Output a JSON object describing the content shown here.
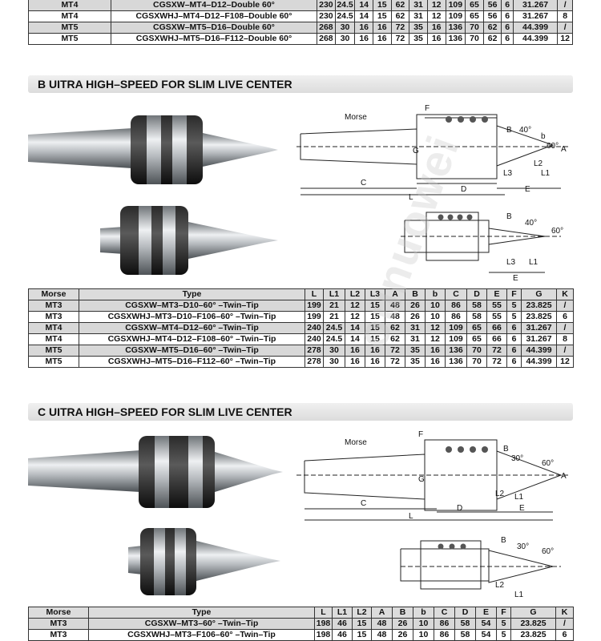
{
  "table_a": {
    "rows": [
      [
        "MT4",
        "CGSXW–MT4–D12–Double 60°",
        "230",
        "24.5",
        "14",
        "15",
        "62",
        "31",
        "12",
        "109",
        "65",
        "56",
        "6",
        "31.267",
        "/"
      ],
      [
        "MT4",
        "CGSXWHJ–MT4–D12–F108–Double 60°",
        "230",
        "24.5",
        "14",
        "15",
        "62",
        "31",
        "12",
        "109",
        "65",
        "56",
        "6",
        "31.267",
        "8"
      ],
      [
        "MT5",
        "CGSXW–MT5–D16–Double 60°",
        "268",
        "30",
        "16",
        "16",
        "72",
        "35",
        "16",
        "136",
        "70",
        "62",
        "6",
        "44.399",
        "/"
      ],
      [
        "MT5",
        "CGSXWHJ–MT5–D16–F112–Double 60°",
        "268",
        "30",
        "16",
        "16",
        "72",
        "35",
        "16",
        "136",
        "70",
        "62",
        "6",
        "44.399",
        "12"
      ]
    ]
  },
  "section_b": {
    "title": "B UITRA HIGH–SPEED FOR SLIM LIVE CENTER",
    "drawing_labels": {
      "morse": "Morse",
      "f": "F",
      "b_cap": "B",
      "angle40": "40°",
      "b_small": "b",
      "angle60": "60°",
      "a": "A",
      "g": "G",
      "l2": "L2",
      "l3": "L3",
      "l1": "L1",
      "c": "C",
      "d": "D",
      "e": "E",
      "l": "L",
      "angle40b": "40°",
      "angle60b": "60°",
      "b2": "B",
      "l3b": "L3",
      "l1b": "L1",
      "eb": "E"
    },
    "headers": [
      "Morse",
      "Type",
      "L",
      "L1",
      "L2",
      "L3",
      "A",
      "B",
      "b",
      "C",
      "D",
      "E",
      "F",
      "G",
      "K"
    ],
    "rows": [
      [
        "MT3",
        "CGSXW–MT3–D10–60°  –Twin–Tip",
        "199",
        "21",
        "12",
        "15",
        "48",
        "26",
        "10",
        "86",
        "58",
        "55",
        "5",
        "23.825",
        "/"
      ],
      [
        "MT3",
        "CGSXWHJ–MT3–D10–F106–60°  –Twin–Tip",
        "199",
        "21",
        "12",
        "15",
        "48",
        "26",
        "10",
        "86",
        "58",
        "55",
        "5",
        "23.825",
        "6"
      ],
      [
        "MT4",
        "CGSXW–MT4–D12–60°  –Twin–Tip",
        "240",
        "24.5",
        "14",
        "15",
        "62",
        "31",
        "12",
        "109",
        "65",
        "66",
        "6",
        "31.267",
        "/"
      ],
      [
        "MT4",
        "CGSXWHJ–MT4–D12–F108–60°  –Twin–Tip",
        "240",
        "24.5",
        "14",
        "15",
        "62",
        "31",
        "12",
        "109",
        "65",
        "66",
        "6",
        "31.267",
        "8"
      ],
      [
        "MT5",
        "CGSXW–MT5–D16–60°  –Twin–Tip",
        "278",
        "30",
        "16",
        "16",
        "72",
        "35",
        "16",
        "136",
        "70",
        "72",
        "6",
        "44.399",
        "/"
      ],
      [
        "MT5",
        "CGSXWHJ–MT5–D16–F112–60°  –Twin–Tip",
        "278",
        "30",
        "16",
        "16",
        "72",
        "35",
        "16",
        "136",
        "70",
        "72",
        "6",
        "44.399",
        "12"
      ]
    ]
  },
  "section_c": {
    "title": "C UITRA HIGH–SPEED FOR SLIM LIVE CENTER",
    "drawing_labels": {
      "morse": "Morse",
      "f": "F",
      "b_cap": "B",
      "angle30": "30°",
      "angle60": "60°",
      "a": "A",
      "g": "G",
      "l2": "L2",
      "l1": "L1",
      "c": "C",
      "d": "D",
      "e": "E",
      "l": "L",
      "angle30b": "30°",
      "angle60b": "60°",
      "b2": "B",
      "l2b": "L2",
      "l1b": "L1"
    },
    "headers": [
      "Morse",
      "Type",
      "L",
      "L1",
      "L2",
      "A",
      "B",
      "b",
      "C",
      "D",
      "E",
      "F",
      "G",
      "K"
    ],
    "rows": [
      [
        "MT3",
        "CGSXW–MT3–60°  –Twin–Tip",
        "198",
        "46",
        "15",
        "48",
        "26",
        "10",
        "86",
        "58",
        "54",
        "5",
        "23.825",
        "/"
      ],
      [
        "MT3",
        "CGSXWHJ–MT3–F106–60°  –Twin–Tip",
        "198",
        "46",
        "15",
        "48",
        "26",
        "10",
        "86",
        "58",
        "54",
        "5",
        "23.825",
        "6"
      ]
    ]
  },
  "watermark": "ounuowei",
  "colors": {
    "steel": "#b8bcc0",
    "band_dark": "#1a1a1a",
    "header_bg": "#dcdcdc",
    "row_shade": "#d8d8d8"
  }
}
